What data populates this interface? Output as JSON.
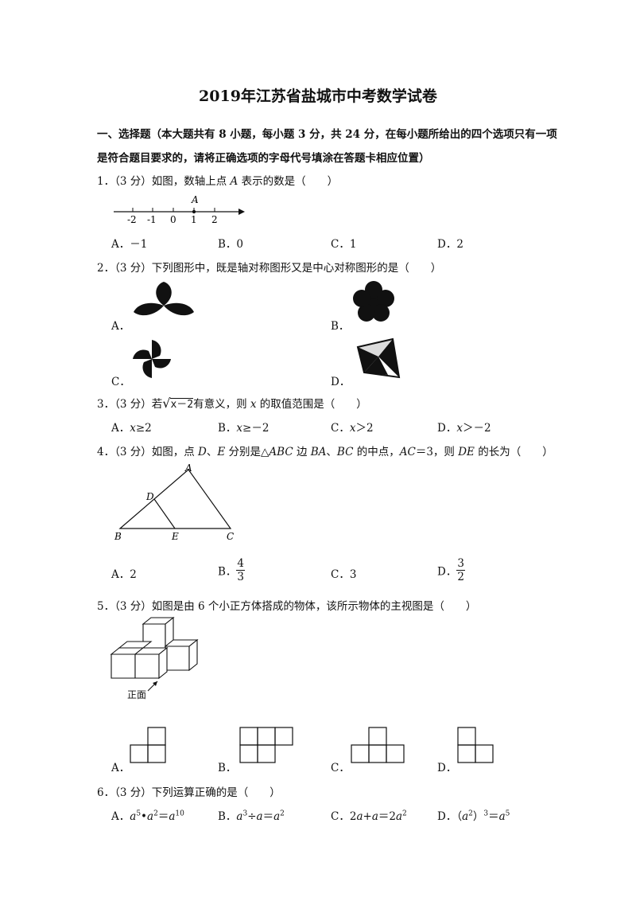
{
  "title": "2019年江苏省盐城市中考数学试卷",
  "section1": {
    "line1": "一、选择题（本大题共有 8 小题，每小题 3 分，共 24 分，在每小题所给出的四个选项只有一项",
    "line2": "是符合题目要求的，请将正确选项的字母代号填涂在答题卡相应位置）"
  },
  "q1": {
    "num": "1．",
    "score": "（3 分）",
    "pre": "如图，数轴上点 ",
    "var": "A",
    "post": " 表示的数是（　　）",
    "figure": {
      "point_label": "A",
      "ticks": [
        "-2",
        "-1",
        "0",
        "1",
        "2"
      ]
    },
    "options": {
      "A": "A．－1",
      "B": "B．0",
      "C": "C．1",
      "D": "D．2"
    }
  },
  "q2": {
    "num": "2．",
    "score": "（3 分）",
    "text": "下列图形中，既是轴对称图形又是中心对称图形的是（　　）",
    "labels": {
      "A": "A．",
      "B": "B．",
      "C": "C．",
      "D": "D．"
    }
  },
  "q3": {
    "num": "3．",
    "score": "（3 分）",
    "pre": "若",
    "radicand": "x－2",
    "mid": "有意义，则 ",
    "var": "x",
    "post": " 的取值范围是（　　）",
    "options": {
      "A": {
        "label": "A．",
        "var": "x",
        "rel": "≥2"
      },
      "B": {
        "label": "B．",
        "var": "x",
        "rel": "≥－2"
      },
      "C": {
        "label": "C．",
        "var": "x",
        "rel": "＞2"
      },
      "D": {
        "label": "D．",
        "var": "x",
        "rel": "＞－2"
      }
    }
  },
  "q4": {
    "num": "4．",
    "score": "（3 分）",
    "t1": "如图，点 ",
    "v1": "D",
    "t2": "、",
    "v2": "E",
    "t3": " 分别是△",
    "v3": "ABC",
    "t4": " 边 ",
    "v4": "BA",
    "t5": "、",
    "v5": "BC",
    "t6": " 的中点，",
    "v6": "AC",
    "t7": "＝3，则 ",
    "v7": "DE",
    "t8": " 的长为（　　）",
    "figure": {
      "A": "A",
      "B": "B",
      "C": "C",
      "D": "D",
      "E": "E"
    },
    "options": {
      "A": "A．2",
      "B_label": "B．",
      "B_num": "4",
      "B_den": "3",
      "C": "C．3",
      "D_label": "D．",
      "D_num": "3",
      "D_den": "2"
    }
  },
  "q5": {
    "num": "5．",
    "score": "（3 分）",
    "text": "如图是由 6 个小正方体搭成的物体，该所示物体的主视图是（　　）",
    "front_label": "正面",
    "labels": {
      "A": "A．",
      "B": "B．",
      "C": "C．",
      "D": "D．"
    }
  },
  "q6": {
    "num": "6．",
    "score": "（3 分）",
    "text": "下列运算正确的是（　　）",
    "options": {
      "A": {
        "label": "A．",
        "base1": "a",
        "exp1": "5",
        "op": "•",
        "base2": "a",
        "exp2": "2",
        "eq": "＝",
        "base3": "a",
        "exp3": "10"
      },
      "B": {
        "label": "B．",
        "base1": "a",
        "exp1": "3",
        "op": "÷",
        "base2": "a",
        "eq": "＝",
        "base3": "a",
        "exp3": "2"
      },
      "C": {
        "label": "C．",
        "lhs1": "2",
        "var1": "a",
        "plus": "+",
        "var2": "a",
        "eq": "＝2",
        "var3": "a",
        "exp3": "2"
      },
      "D": {
        "label": "D．",
        "open": "（",
        "base1": "a",
        "exp1": "2",
        "close": "）",
        "exp2": "3",
        "eq": "＝",
        "base3": "a",
        "exp3": "5"
      }
    }
  }
}
